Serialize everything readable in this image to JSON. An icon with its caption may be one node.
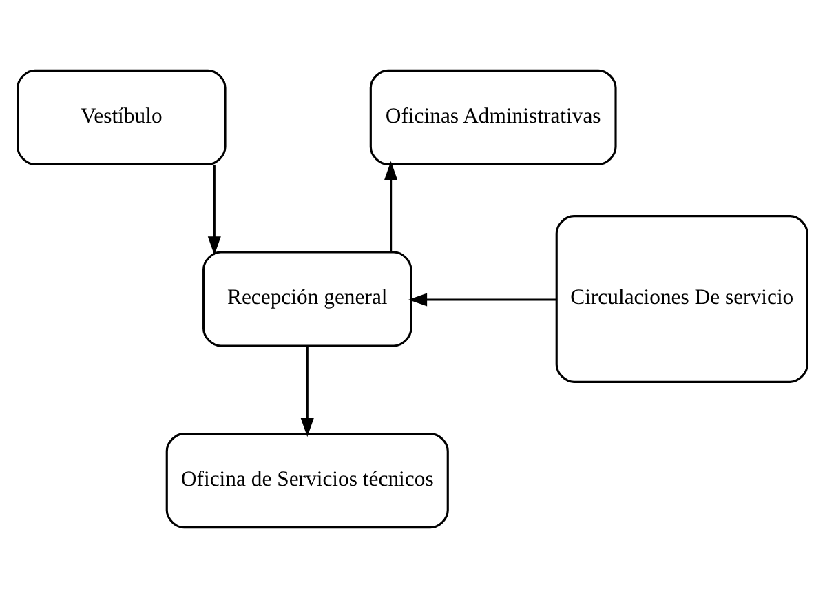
{
  "diagram": {
    "nodes": [
      {
        "text": [
          "Vestíbulo"
        ]
      },
      {
        "text": [
          "Oficinas Administrativas"
        ]
      },
      {
        "text": [
          "Recepción general"
        ]
      },
      {
        "text": [
          "Circulaciones De servicio"
        ]
      },
      {
        "text": [
          "Oficina de Servicios técnicos"
        ]
      }
    ],
    "edges": [
      {
        "from": 0,
        "to": 2,
        "arrow": "to"
      },
      {
        "from": 2,
        "to": 1,
        "arrow": "to"
      },
      {
        "from": 3,
        "to": 2,
        "arrow": "to"
      },
      {
        "from": 2,
        "to": 4,
        "arrow": "to"
      }
    ]
  }
}
